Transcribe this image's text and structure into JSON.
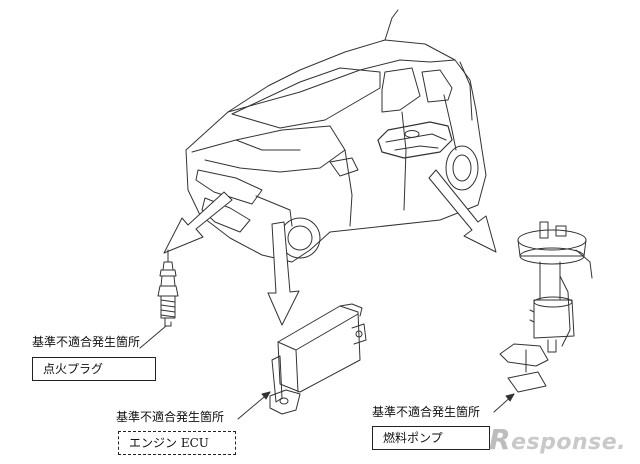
{
  "labels": {
    "spark_plug": {
      "heading": "基準不適合発生箇所",
      "part": "点火プラグ"
    },
    "engine_ecu": {
      "heading": "基準不適合発生箇所",
      "part": "エンジン ECU"
    },
    "fuel_pump": {
      "heading": "基準不適合発生箇所",
      "part": "燃料ポンプ"
    }
  },
  "watermark": {
    "first": "R",
    "rest": "esponse."
  },
  "colors": {
    "line": "#333333",
    "arrow_fill": "#ffffff",
    "watermark": "#c9c9c9"
  }
}
